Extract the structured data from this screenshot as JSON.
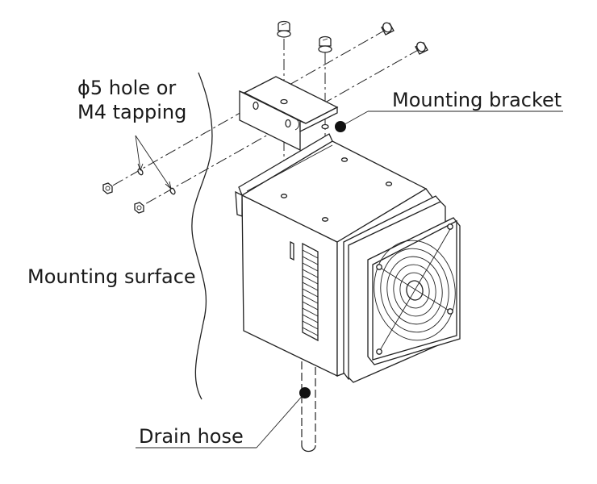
{
  "labels": {
    "hole_line1": "ϕ5 hole or",
    "hole_line2": "M4 tapping",
    "bracket": "Mounting bracket",
    "surface": "Mounting surface",
    "drain": "Drain hose"
  }
}
